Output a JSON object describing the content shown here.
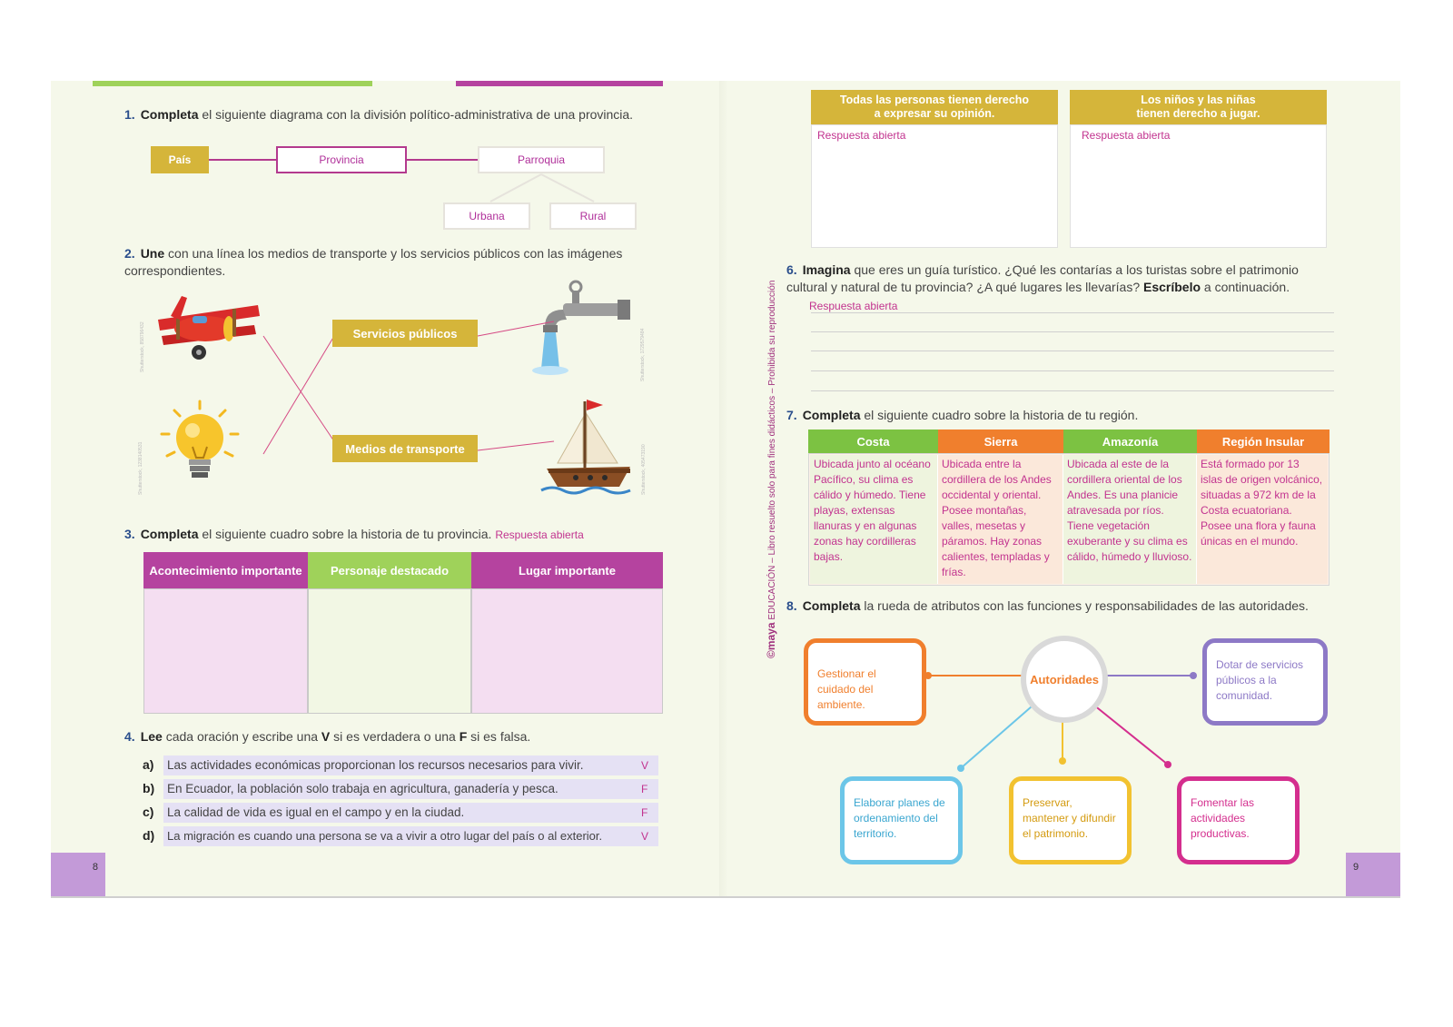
{
  "q1": {
    "num": "1.",
    "verb": "Completa",
    "text": " el siguiente diagrama con la división político-administrativa de una provincia.",
    "nodes": {
      "pais": "País",
      "provincia": "Provincia",
      "parroquia": "Parroquia",
      "urbana": "Urbana",
      "rural": "Rural"
    }
  },
  "q2": {
    "num": "2.",
    "verb": "Une",
    "text": " con una línea los medios de transporte y los servicios públicos con las imágenes correspondientes.",
    "labels": {
      "servicios": "Servicios públicos",
      "medios": "Medios de transporte"
    }
  },
  "q3": {
    "num": "3.",
    "verb": "Completa",
    "text": " el siguiente cuadro sobre la historia de tu provincia.",
    "answer": "Respuesta abierta",
    "headers": [
      "Acontecimiento importante",
      "Personaje destacado",
      "Lugar importante"
    ]
  },
  "q4": {
    "num": "4.",
    "verb": "Lee",
    "text_a": " cada oración y escribe una ",
    "v": "V",
    "text_b": " si es verdadera o una ",
    "f": "F",
    "text_c": " si es falsa.",
    "items": [
      {
        "letter": "a)",
        "text": "Las actividades económicas proporcionan los recursos necesarios para vivir.",
        "answer": "V"
      },
      {
        "letter": "b)",
        "text": "En Ecuador, la población solo trabaja en agricultura, ganadería y pesca.",
        "answer": "F"
      },
      {
        "letter": "c)",
        "text": "La calidad de vida es igual en el campo y en la ciudad.",
        "answer": "F"
      },
      {
        "letter": "d)",
        "text": "La migración es cuando una persona se va a vivir a otro lugar del país o al exterior.",
        "answer": "V"
      }
    ]
  },
  "q5": {
    "boxes": [
      {
        "title": "Todas las personas tienen derecho a expresar su opinión.",
        "answer": "Respuesta abierta"
      },
      {
        "title": "Los niños y las niñas tienen derecho a jugar.",
        "answer": "Respuesta abierta"
      }
    ]
  },
  "q6": {
    "num": "6.",
    "verb": "Imagina",
    "text_a": " que eres un guía turístico. ¿Qué les contarías a los turistas sobre el patrimonio cultural y natural de tu provincia? ¿A qué lugares les llevarías? ",
    "verb2": "Escríbelo",
    "text_b": " a continuación.",
    "answer": "Respuesta abierta"
  },
  "q7": {
    "num": "7.",
    "verb": "Completa",
    "text": " el siguiente cuadro sobre la historia de tu región.",
    "columns": [
      {
        "header": "Costa",
        "color": "#7cc242",
        "text": "Ubicada junto al océano Pacífico, su clima es cálido y húmedo. Tiene playas, extensas llanuras y en algunas zonas hay cordilleras bajas."
      },
      {
        "header": "Sierra",
        "color": "#f07f2d",
        "text": "Ubicada entre la cordillera de los Andes occidental y oriental. Posee montañas, valles, mesetas y páramos. Hay zonas calientes, templadas y frías."
      },
      {
        "header": "Amazonía",
        "color": "#7cc242",
        "text": "Ubicada al este de la cordillera oriental de los Andes. Es una planicie atravesada por ríos. Tiene vegetación exuberante y su clima es cálido, húmedo y lluvioso."
      },
      {
        "header": "Región Insular",
        "color": "#f07f2d",
        "text": "Está formado por 13 islas de origen volcánico, situadas a 972 km de la Costa ecuatoriana. Posee una flora y fauna únicas en el mundo."
      }
    ]
  },
  "q8": {
    "num": "8.",
    "verb": "Completa",
    "text": " la rueda de atributos con las funciones y responsabilidades de las autoridades.",
    "center": "Autoridades",
    "items": {
      "ambiente": "Gestionar el cuidado del ambiente.",
      "servicios": "Dotar de servicios públicos a la comunidad.",
      "planes": "Elaborar planes de ordenamiento del territorio.",
      "patrimonio": "Preservar, mantener y difundir el patrimonio.",
      "productivas": "Fomentar las actividades productivas."
    }
  },
  "side_note": {
    "brand": "©maya",
    "text": "EDUCACIÓN – Libro resuelto solo para fines didácticos – Prohibida su reproducción"
  },
  "pages": {
    "left": "8",
    "right": "9"
  },
  "icons": [
    "airplane-icon",
    "lightbulb-icon",
    "faucet-icon",
    "sailboat-icon"
  ],
  "colors": {
    "magenta": "#b5439f",
    "green": "#9fd25a",
    "gold": "#d5b53a",
    "answer": "#c2338f",
    "tab": "#c39ad8"
  }
}
